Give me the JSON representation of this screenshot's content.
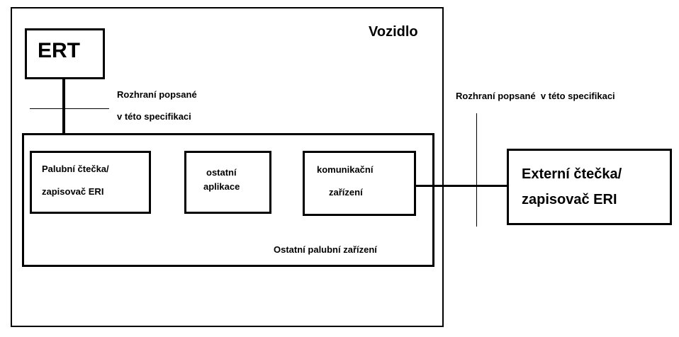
{
  "vehicle": {
    "label": "Vozidlo"
  },
  "ert": {
    "label": "ERT"
  },
  "interface_inner": {
    "line1": "Rozhraní popsané",
    "line2": "v této specifikaci"
  },
  "interface_outer": {
    "label": "Rozhraní popsané  v této specifikaci"
  },
  "onboard_reader": {
    "line1": "Palubní čtečka/",
    "line2": "zapisovač  ERI"
  },
  "other_apps": {
    "line1": "ostatní",
    "line2": "aplikace"
  },
  "comm_device": {
    "line1": "komunikační",
    "line2": "zařízení"
  },
  "other_equipment": {
    "label": "Ostatní palubní zařízení"
  },
  "external_reader": {
    "line1": "Externí čtečka/",
    "line2": "zapisovač ERI"
  }
}
